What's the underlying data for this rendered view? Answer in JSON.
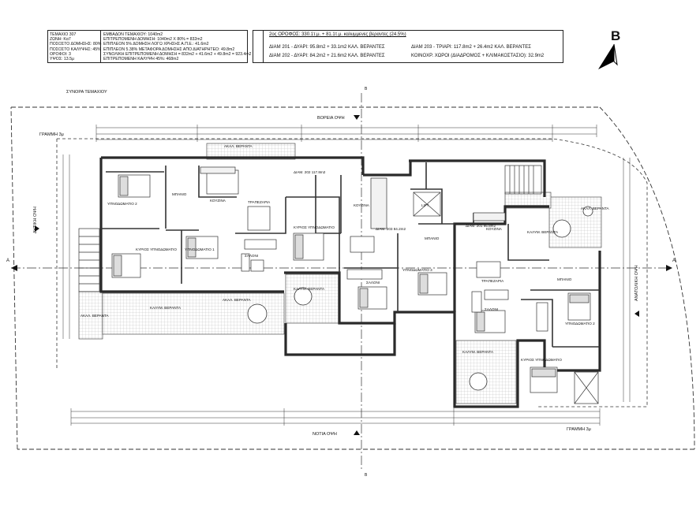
{
  "info_left": {
    "labels": [
      "ΤΕΜΑΧΙΟ 307",
      "ΖΩΝΗ: Κα7",
      "ΠΟΣΟΣΤΟ ΔΟΜΗΣΗΣ: 80%",
      "ΠΟΣΟΣΤΟ ΚΑΛΥΨΗΣ: 45%",
      "ΟΡΟΦΟΙ: 3",
      "ΥΨΟΣ: 13.5μ"
    ],
    "values": [
      "ΕΜΒΑΔΟΝ ΤΕΜΑΧΙΟΥ: 1040m2",
      "ΕΠΙΤΡΕΠΟΜΕΝΗ ΔΟΜΗΣΗ: 1040m2 X 80% = 832m2",
      "ΕΠΙΠΛΕΟΝ 5% ΔΟΜΗΣΗ ΛΟΓΩ ΧΡΗΣΗΣ Α.Π.Ε.: 41.6m2",
      "ΕΠΙΠΛΕΟΝ 5.38% ΜΕΤΑΦΟΡΑ ΔΟΜΗΣΗΣ ΑΠΟ ΔΙΑΤΗΡΗΤΕΟ: 49.8m2",
      "ΣΥΝΟΛΙΚΗ ΕΠΙΤΡΕΠΟΜΕΝΗ ΔΟΜΗΣΗ = 832m2 + 41.6m2 + 49.8m2 = 923.4m2",
      "ΕΠΙΤΡΕΠΟΜΕΝΗ ΚΑΛΥΨΗ 45%: 468m2"
    ]
  },
  "info_right": {
    "title": "2ος ΟΡΟΦΟΣ: 330.1τ.μ. + 81.1τ.μ. καλυμμενες βεραντες (24.5%)",
    "col1": [
      "ΔΙΑΜ 201 - ΔΥΑΡΙ: 95.8m2 + 33.1m2 ΚΑΛ. ΒΕΡΑΝΤΕΣ",
      "ΔΙΑΜ 202 - ΔΥΑΡΙ: 84.2m2 + 21.6m2 ΚΑΛ. ΒΕΡΑΝΤΕΣ"
    ],
    "col2": [
      "ΔΙΑΜ 203 - ΤΡΙΑΡΙ: 117.8m2 + 26.4m2 ΚΑΛ. ΒΕΡΑΝΤΕΣ",
      "ΚΟΙΝΟΧΡ. ΧΩΡΟΙ (ΔΙΑΔΡΟΜΟΣ + ΚΛΙΜΑΚΟΣΤΑΣΙΟ): 32.9m2"
    ]
  },
  "north_label": "B",
  "labels": {
    "plot_boundary": "ΣΥΝΟΡΑ ΤΕΜΑΧΙΟΥ",
    "north_elev": "ΒΟΡΕΙΑ ΟΨΗ",
    "south_elev": "ΝΟΤΙΑ ΟΨΗ",
    "west_elev": "ΔΥΤΙΚΗ ΟΨΗ",
    "east_elev": "ΑΝΑΤΟΛΙΚΗ ΟΨΗ",
    "build_line_1": "ΓΡΑΜΜΗ 3μ",
    "build_line_2": "ΓΡΑΜΜΗ 3μ",
    "section_a": "A",
    "section_b_top": "B",
    "section_b_bot": "B"
  },
  "rooms": [
    {
      "id": "bedroom-3-left",
      "text": "ΥΠΝΟΔΩΜΑΤΙΟ 2"
    },
    {
      "id": "bath-left",
      "text": "ΜΠΑΝΙΟ"
    },
    {
      "id": "kitchen-201",
      "text": "ΚΟΥΖΙΝΑ"
    },
    {
      "id": "dining-201",
      "text": "ΤΡΑΠΕΖΑΡΙΑ"
    },
    {
      "id": "master-201",
      "text": "ΚΥΡΙΟΣ ΥΠΝΟΔΩΜΑΤΙΟ"
    },
    {
      "id": "bedroom-1-201",
      "text": "ΥΠΝΟΔΩΜΑΤΙΟ 1"
    },
    {
      "id": "living-201",
      "text": "ΣΑΛΟΝΙ"
    },
    {
      "id": "veranda-201-big",
      "text": "ΚΑΛΥΜ. ΒΕΡΑΝΤΑ"
    },
    {
      "id": "veranda-open-201",
      "text": "ΑΚΑΛ. ΒΕΡΑΝΤΑ"
    },
    {
      "id": "veranda-201-corner",
      "text": "ΑΚΑΛ. ΒΕΡΑΝΤΑ"
    },
    {
      "id": "veranda-201-top",
      "text": "ΑΚΑΛ. ΒΕΡΑΝΤΑ"
    },
    {
      "id": "apt-202-tag",
      "text": "ΔΙΑΜ. 202 117.8m2"
    },
    {
      "id": "master-202",
      "text": "ΚΥΡΙΟΣ ΥΠΝΟΔΩΜΑΤΙΟ"
    },
    {
      "id": "kitchen-202",
      "text": "ΚΟΥΖΙΝΑ"
    },
    {
      "id": "apt-203-tag",
      "text": "ΔΙΑΜ. 203 84.2m2"
    },
    {
      "id": "living-202",
      "text": "ΣΑΛΟΝΙ"
    },
    {
      "id": "bedroom-202",
      "text": "ΥΠΝΟΔΩΜΑΤΙΟ 3"
    },
    {
      "id": "bath-202",
      "text": "ΜΠΑΝΙΟ"
    },
    {
      "id": "veranda-202",
      "text": "ΚΑΛΥΜ. ΒΕΡΑΝΤΑ"
    },
    {
      "id": "lift",
      "text": "LIFT"
    },
    {
      "id": "apt-201-tag",
      "text": "ΔΙΑΜ. 201 95.8m2"
    },
    {
      "id": "kitchen-203",
      "text": "ΚΟΥΖΙΝΑ"
    },
    {
      "id": "dining-203",
      "text": "ΤΡΑΠΕΖΑΡΙΑ"
    },
    {
      "id": "living-203",
      "text": "ΣΑΛΟΝΙ"
    },
    {
      "id": "bath-203",
      "text": "ΜΠΑΝΙΟ"
    },
    {
      "id": "bedroom-2-203",
      "text": "ΥΠΝΟΔΩΜΑΤΙΟ 2"
    },
    {
      "id": "master-203",
      "text": "ΚΥΡΙΟΣ ΥΠΝΟΔΩΜΑΤΙΟ"
    },
    {
      "id": "veranda-203-top",
      "text": "ΑΚΑΛ. ΒΕΡΑΝΤΑ"
    },
    {
      "id": "veranda-203-kit",
      "text": "ΚΑΛΥΜ. ΒΕΡΑΝΤΑ"
    },
    {
      "id": "veranda-203-bot",
      "text": "ΚΑΛΥΜ. ΒΕΡΑΝΤΑ"
    }
  ]
}
